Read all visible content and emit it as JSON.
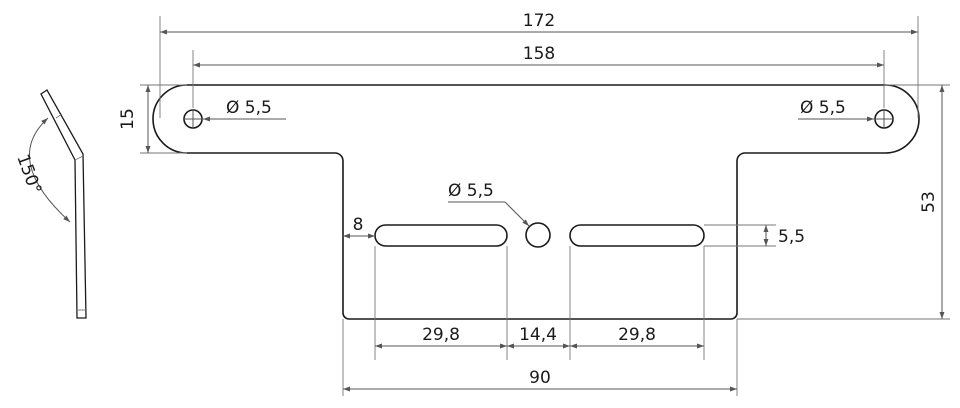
{
  "dimensions": {
    "overall_width": "172",
    "hole_spacing": "158",
    "ear_height": "15",
    "total_height": "53",
    "slot_offset": "8",
    "slot_height": "5,5",
    "slot_length": "29,8",
    "slot_gap": "14,4",
    "lower_width": "90"
  },
  "holes": {
    "left": "Ø 5,5",
    "right": "Ø 5,5",
    "center": "Ø 5,5"
  },
  "side_view": {
    "bend_angle": "150°"
  }
}
